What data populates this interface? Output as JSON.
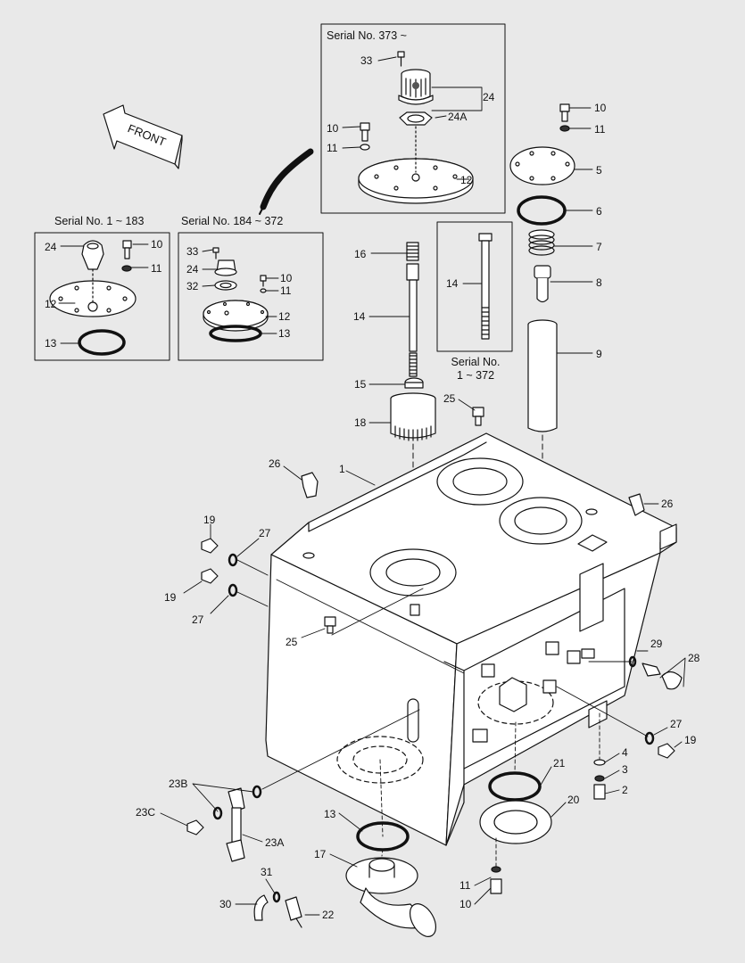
{
  "front_label": "FRONT",
  "boxes": {
    "serial_373": "Serial No. 373 ~",
    "serial_1_183": "Serial No. 1 ~ 183",
    "serial_184_372": "Serial No. 184 ~  372",
    "serial_1_372_line1": "Serial No.",
    "serial_1_372_line2": "1 ~ 372"
  },
  "parts": {
    "p33a": "33",
    "p24a": "24",
    "p24A": "24A",
    "p10a": "10",
    "p11a": "11",
    "p12a": "12",
    "p10b": "10",
    "p11b": "11",
    "p5": "5",
    "p6": "6",
    "p7": "7",
    "p8": "8",
    "p9": "9",
    "p24b": "24",
    "p10c": "10",
    "p11c": "11",
    "p12b": "12",
    "p13a": "13",
    "p33b": "33",
    "p24c": "24",
    "p32": "32",
    "p10d": "10",
    "p11d": "11",
    "p12c": "12",
    "p13b": "13",
    "p16": "16",
    "p14a": "14",
    "p14b": "14",
    "p15": "15",
    "p18": "18",
    "p25a": "25",
    "p26a": "26",
    "p1": "1",
    "p26b": "26",
    "p19a": "19",
    "p27a": "27",
    "p19b": "19",
    "p27b": "27",
    "p25b": "25",
    "p29": "29",
    "p28": "28",
    "p27c": "27",
    "p19c": "19",
    "p4": "4",
    "p3": "3",
    "p2": "2",
    "p21": "21",
    "p20": "20",
    "p23B": "23B",
    "p23C": "23C",
    "p23A": "23A",
    "p13c": "13",
    "p17": "17",
    "p31": "31",
    "p30": "30",
    "p22": "22",
    "p11e": "11",
    "p10e": "10"
  }
}
